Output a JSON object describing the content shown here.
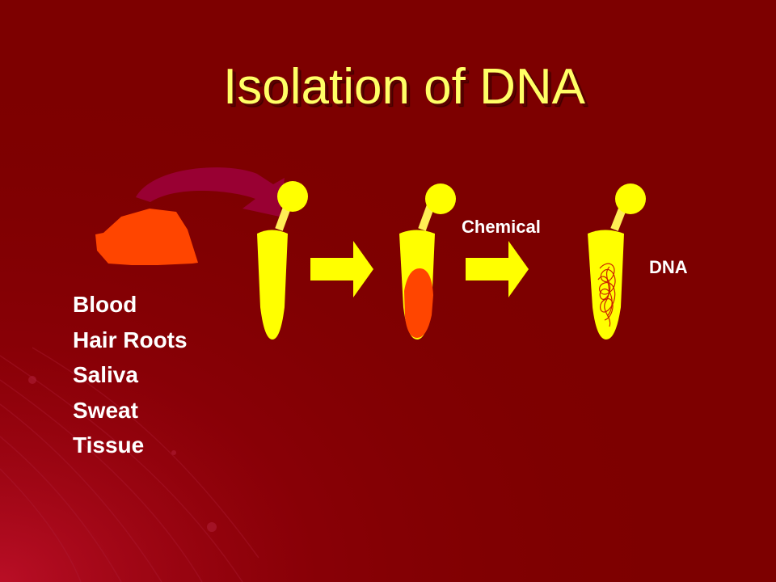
{
  "slide": {
    "title": "Isolation of DNA",
    "sources": [
      "Blood",
      "Hair Roots",
      "Saliva",
      "Sweat",
      "Tissue"
    ],
    "labels": {
      "chemical": "Chemical",
      "dna": "DNA"
    }
  },
  "colors": {
    "background": "#7d0000",
    "title": "#ffff66",
    "tube": "#ffff00",
    "sample": "#ff4500",
    "curved_arrow": "#990033",
    "arrow": "#ffff00",
    "label_text": "#ffffff"
  },
  "icons": [
    "sample-blob-icon",
    "curved-arrow-icon",
    "test-tube-icon",
    "right-arrow-icon",
    "dna-strand-icon"
  ]
}
